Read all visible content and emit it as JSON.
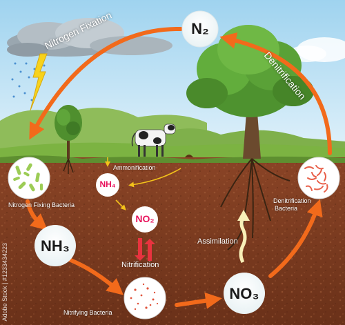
{
  "colors": {
    "sky": "#bfe3f5",
    "soil": "#7a3d22",
    "soil_light": "#9b5634",
    "grass": "#7cb342",
    "arrow": "#f26a1b",
    "pink_text": "#e8115b",
    "tree_green": "#5ea43a"
  },
  "nodes": {
    "n2": "N₂",
    "nh4": "NH₄",
    "no2": "NO₂",
    "nh3": "NH₃",
    "no3": "NO₃"
  },
  "process_labels": {
    "nitrogen_fixation": "Nitrogen Fixation",
    "denitrification": "Denitrification",
    "ammonification": "Ammonification",
    "nitrification": "Nitrification",
    "assimilation": "Assimilation"
  },
  "bacteria_labels": {
    "nitrogen_fixing": "Nitrogen Fixing Bacteria",
    "nitrifying": "Nitrifying Bacteria",
    "denitrification_line1": "Denitrification",
    "denitrification_line2": "Bacteria"
  },
  "watermark": "Adobe Stock | #1233434223"
}
